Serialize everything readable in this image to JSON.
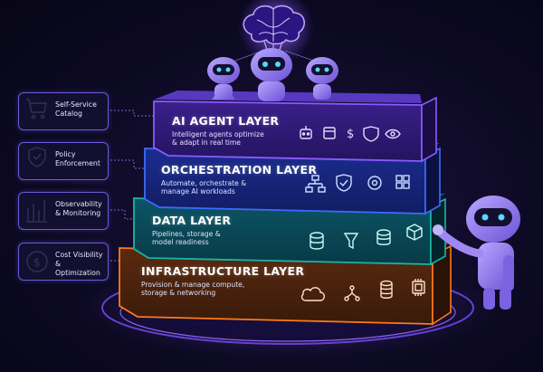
{
  "layers": [
    {
      "title": "AI AGENT LAYER",
      "desc": [
        "Intelligent agents optimize",
        "& adapt in real time"
      ],
      "color": "#8a5cff",
      "icons": [
        "robot-head-icon",
        "calendar-icon",
        "dollar-icon",
        "shield-icon",
        "eye-icon"
      ]
    },
    {
      "title": "ORCHESTRATION LAYER",
      "desc": [
        "Automate, orchestrate &",
        "manage AI workloads"
      ],
      "color": "#3d6bff",
      "icons": [
        "workflow-icon",
        "shield-check-icon",
        "gear-icon",
        "grid-icon"
      ]
    },
    {
      "title": "DATA LAYER",
      "desc": [
        "Pipelines, storage &",
        "model readiness"
      ],
      "color": "#19b5a8",
      "icons": [
        "database-icon",
        "filter-icon",
        "storage-icon",
        "cube-icon"
      ]
    },
    {
      "title": "INFRASTRUCTURE LAYER",
      "desc": [
        "Provision & manage compute,",
        "storage & networking"
      ],
      "color": "#ff7a1a",
      "icons": [
        "cloud-icon",
        "network-icon",
        "server-icon",
        "chip-icon"
      ]
    }
  ],
  "side_cards": [
    {
      "label": [
        "Self-Service",
        "Catalog"
      ],
      "icon": "cart-icon"
    },
    {
      "label": [
        "Policy",
        "Enforcement"
      ],
      "icon": "shield-check-icon"
    },
    {
      "label": [
        "Observability",
        "& Monitoring"
      ],
      "icon": "bar-chart-icon"
    },
    {
      "label": [
        "Cost Visibility",
        "& Optimization"
      ],
      "icon": "dollar-circle-icon"
    }
  ]
}
